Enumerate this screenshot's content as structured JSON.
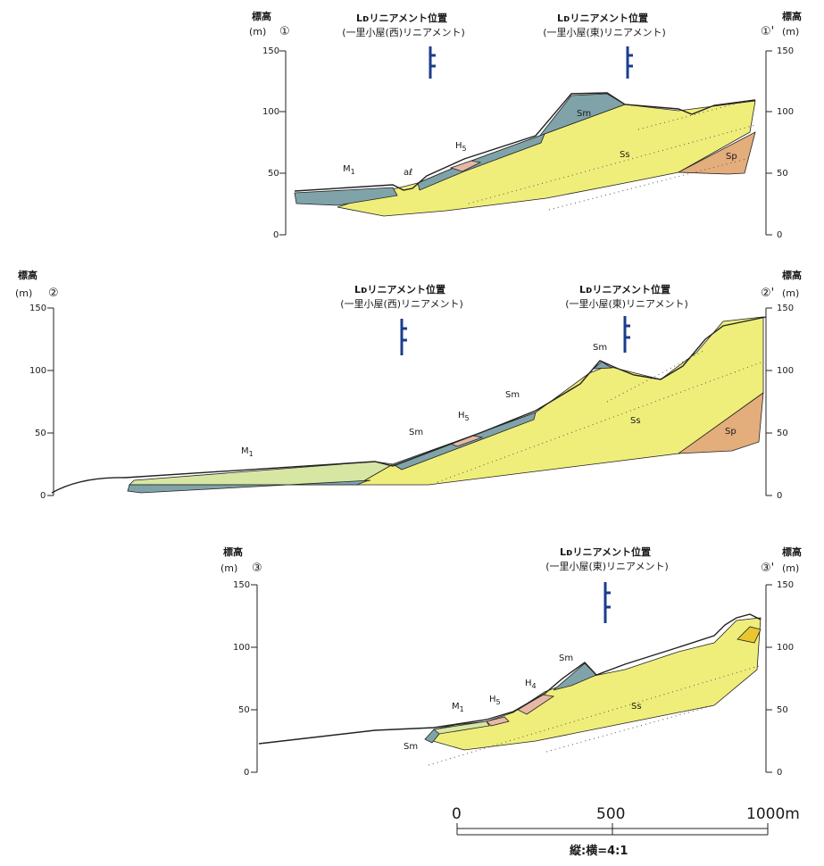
{
  "colors": {
    "Ss": "#f0ee7a",
    "Sm": "#7fa3a8",
    "Sp": "#e3ad7c",
    "M1": "#d7e6a3",
    "H": "#e6b8a6",
    "lineament": "#1c3d8c",
    "stroke": "#222222"
  },
  "axis_title": "標高",
  "axis_unit": "(m)",
  "lineament_west": {
    "line1": "Lᴅリニアメント位置",
    "line2": "(一里小屋(西)リニアメント)"
  },
  "lineament_east": {
    "line1": "Lᴅリニアメント位置",
    "line2": "(一里小屋(東)リニアメント)"
  },
  "ticks": [
    "150",
    "100",
    "50",
    "0"
  ],
  "section1": {
    "left_mark": "①",
    "right_mark": "①'",
    "labels": {
      "M1": "M1",
      "al": "aℓ",
      "H5": "H5",
      "Sm": "Sm",
      "Ss": "Ss",
      "Sp": "Sp"
    }
  },
  "section2": {
    "left_mark": "②",
    "right_mark": "②'",
    "labels": {
      "M1": "M1",
      "Sm_low": "Sm",
      "H5": "H5",
      "Sm_mid": "Sm",
      "Sm_top": "Sm",
      "Ss": "Ss",
      "Sp": "Sp"
    }
  },
  "section3": {
    "left_mark": "③",
    "right_mark": "③'",
    "labels": {
      "M1": "M1",
      "H5": "H5",
      "H4": "H4",
      "Sm_top": "Sm",
      "Sm_low": "Sm",
      "Ss": "Ss"
    }
  },
  "scale": {
    "zero": "0",
    "mid": "500",
    "end": "1000m",
    "ratio": "縦:横=4:1"
  }
}
